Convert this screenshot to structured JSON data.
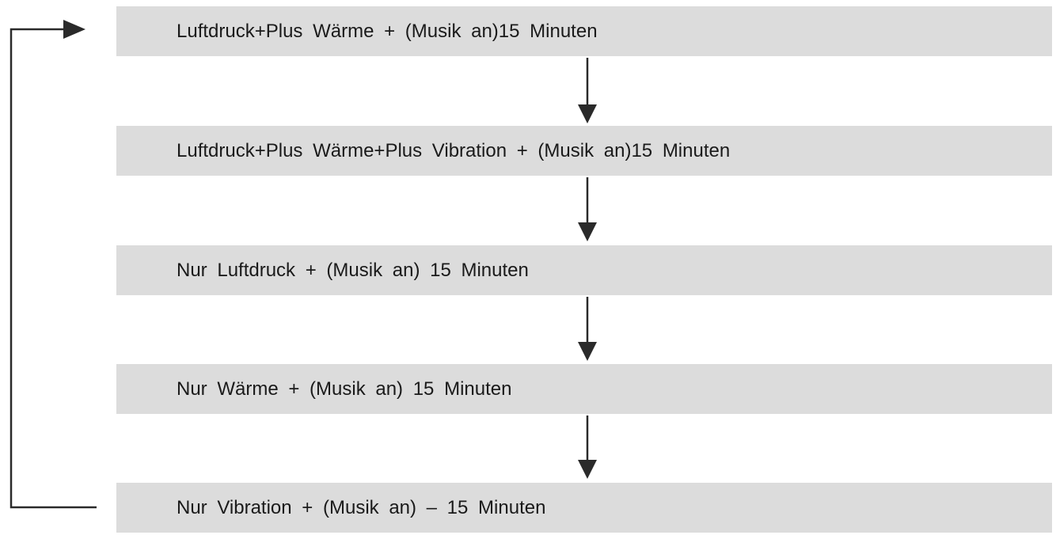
{
  "diagram": {
    "steps": [
      {
        "label": "Luftdruck+Plus Wärme + (Musik an)15 Minuten"
      },
      {
        "label": "Luftdruck+Plus Wärme+Plus Vibration + (Musik an)15 Minuten"
      },
      {
        "label": "Nur Luftdruck + (Musik an) 15 Minuten"
      },
      {
        "label": "Nur Wärme + (Musik an) 15 Minuten"
      },
      {
        "label": "Nur Vibration + (Musik an) – 15 Minuten"
      }
    ],
    "colors": {
      "box": "#dcdcdc",
      "text": "#1a1a1a",
      "line": "#2a2a2a"
    }
  }
}
